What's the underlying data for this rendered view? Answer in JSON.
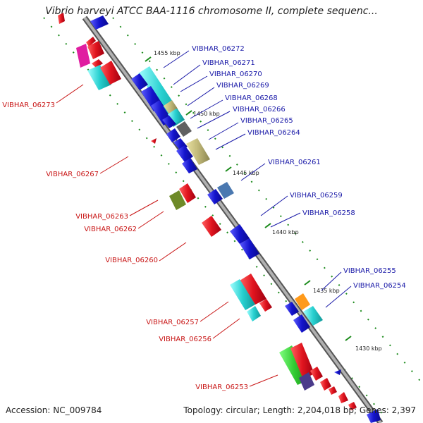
{
  "title": "Vibrio harveyi ATCC BAA-1116 chromosome II, complete sequenc...",
  "footer": {
    "accession": "Accession: NC_009784",
    "summary": "Topology: circular; Length: 2,204,018 bp; Genes: 2,397"
  },
  "ticks": [
    "1455 kbp",
    "1450 kbp",
    "1445 kbp",
    "1440 kbp",
    "1435 kbp",
    "1430 kbp"
  ],
  "genes_right": [
    "VIBHAR_06272",
    "VIBHAR_06271",
    "VIBHAR_06270",
    "VIBHAR_06269",
    "VIBHAR_06268",
    "VIBHAR_06266",
    "VIBHAR_06265",
    "VIBHAR_06264",
    "VIBHAR_06261",
    "VIBHAR_06259",
    "VIBHAR_06258",
    "VIBHAR_06255",
    "VIBHAR_06254"
  ],
  "genes_left": [
    "VIBHAR_06273",
    "VIBHAR_06267",
    "VIBHAR_06263",
    "VIBHAR_06262",
    "VIBHAR_06260",
    "VIBHAR_06257",
    "VIBHAR_06256",
    "VIBHAR_06253"
  ],
  "colors": {
    "forward": "#e0141e",
    "reverse": "#1414cc",
    "cyan": "#28d0d0",
    "right_label": "#1a1aa8",
    "left_label": "#c81414",
    "backbone": "#8c8c8c",
    "dots": "#1a8a1a"
  }
}
